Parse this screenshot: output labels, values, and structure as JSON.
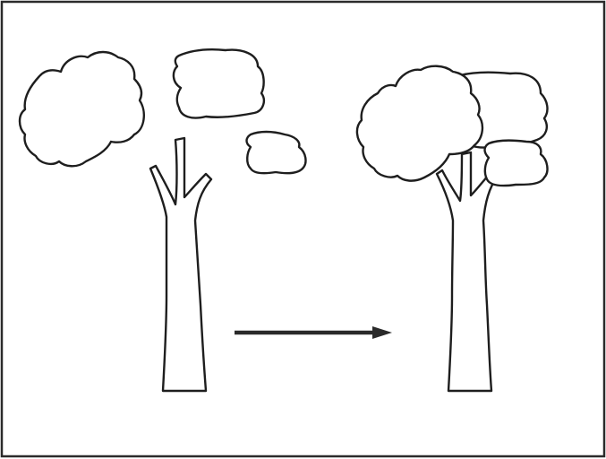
{
  "diagram": {
    "stroke_color": "#1e1e1e",
    "arrow_color": "#2a2a2a",
    "frame_color": "#2b2b2b",
    "background": "#ffffff",
    "left_scene": {
      "pieces": [
        "canopy-cloud-large",
        "canopy-cloud-top",
        "canopy-cloud-small",
        "trunk-with-branches"
      ],
      "assembled": false
    },
    "right_scene": {
      "pieces": [
        "canopy-cloud-large",
        "canopy-cloud-top",
        "canopy-cloud-small",
        "trunk-with-branches"
      ],
      "assembled": true
    },
    "arrow_direction": "right"
  }
}
